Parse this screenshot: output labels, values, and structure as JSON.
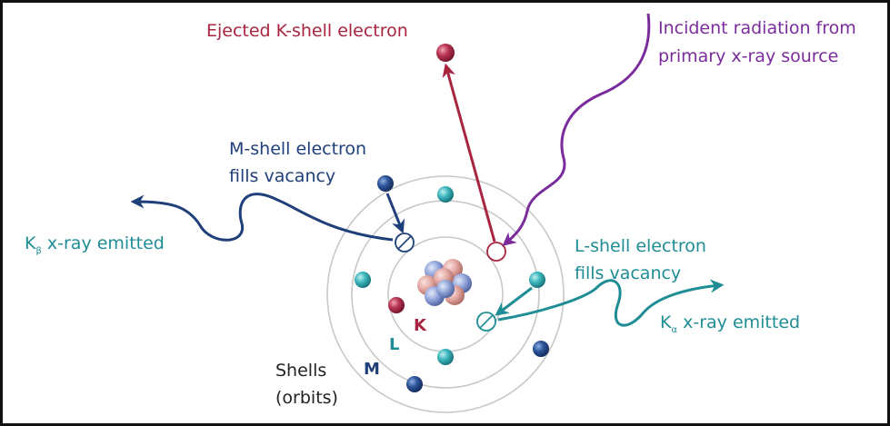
{
  "labels": {
    "ejected": "Ejected K-shell electron",
    "incident_line1": "Incident radiation from",
    "incident_line2": "primary x-ray source",
    "m_fill_line1": "M-shell electron",
    "m_fill_line2": "fills vacancy",
    "l_fill_line1": "L-shell electron",
    "l_fill_line2": "fills vacancy",
    "kbeta_prefix": "K",
    "kbeta_sub": "β",
    "kbeta_suffix": " x-ray emitted",
    "kalpha_prefix": "K",
    "kalpha_sub": "α",
    "kalpha_suffix": " x-ray emitted",
    "shells_line1": "Shells",
    "shells_line2": "(orbits)",
    "shell_k": "K",
    "shell_l": "L",
    "shell_m": "M"
  },
  "colors": {
    "crimson": "#a8243f",
    "purple": "#7a2b9c",
    "navy": "#1f3f7a",
    "teal": "#1e8d95",
    "orbit": "#c8c8c8",
    "text_dark": "#222222"
  }
}
